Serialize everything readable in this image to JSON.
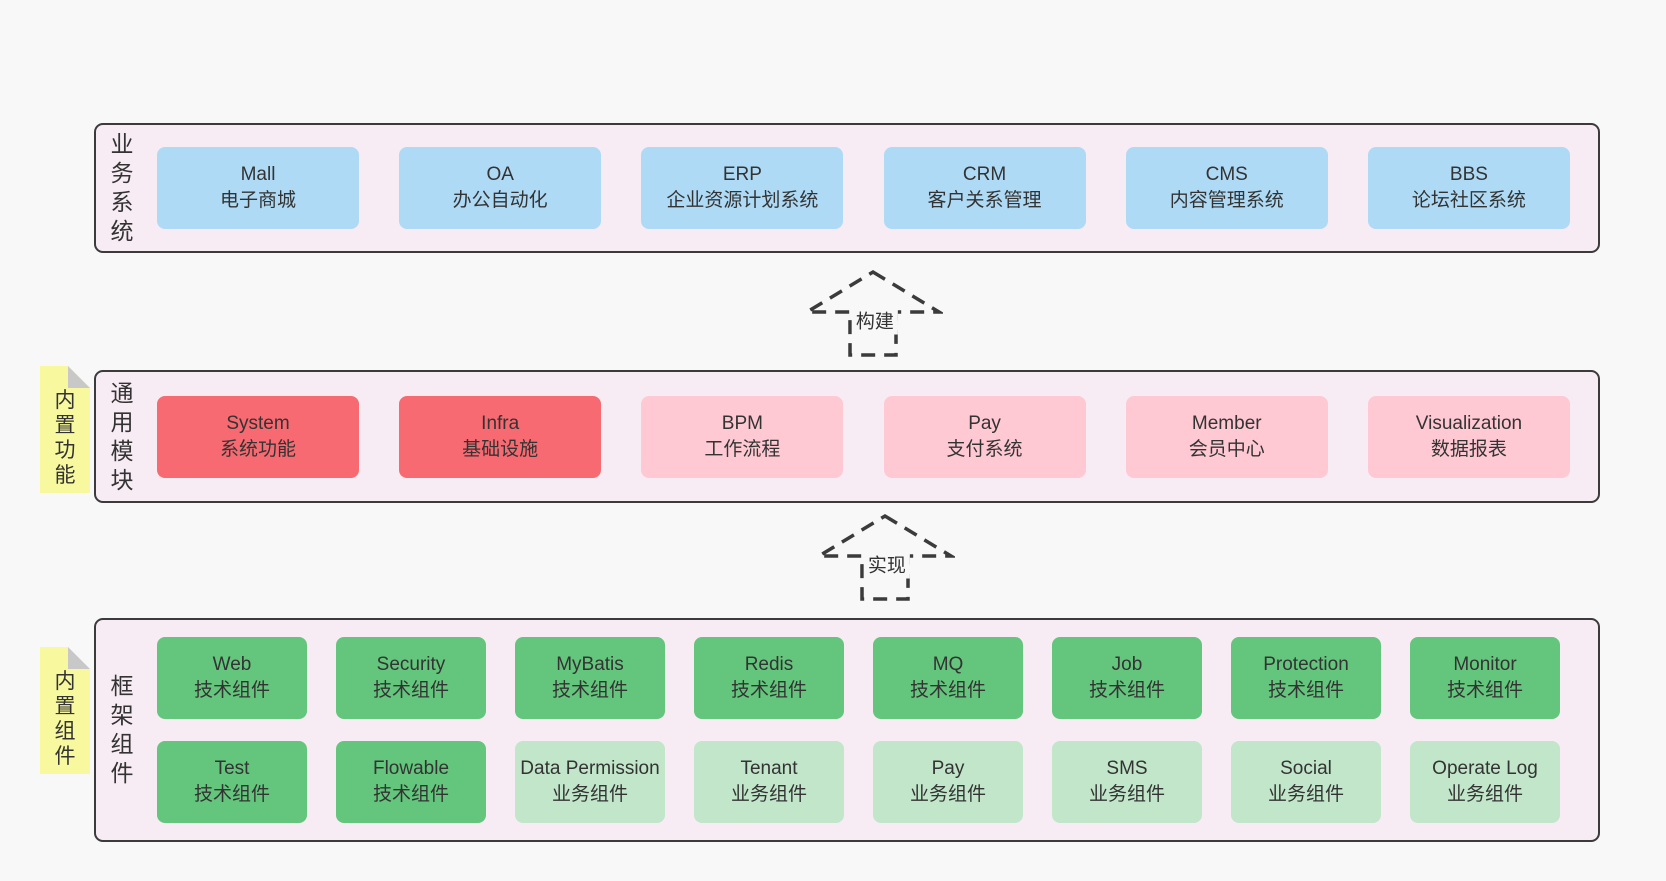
{
  "colors": {
    "pagebg": "#f8f8f8",
    "panelbg": "#f8ecf4",
    "line": "#3b3b3b",
    "text": "#333333",
    "blue": "#aedaf5",
    "red": "#f76a71",
    "pink": "#ffc9d4",
    "green": "#64c67c",
    "lightgreen": "#c1e6c9",
    "yellow": "#f8f89e",
    "fold": "#c8c8c8"
  },
  "sections": {
    "business": {
      "label": "业务系统",
      "boxes": [
        {
          "name": "Mall",
          "desc": "电子商城",
          "variant": "blue"
        },
        {
          "name": "OA",
          "desc": "办公自动化",
          "variant": "blue"
        },
        {
          "name": "ERP",
          "desc": "企业资源计划系统",
          "variant": "blue"
        },
        {
          "name": "CRM",
          "desc": "客户关系管理",
          "variant": "blue"
        },
        {
          "name": "CMS",
          "desc": "内容管理系统",
          "variant": "blue"
        },
        {
          "name": "BBS",
          "desc": "论坛社区系统",
          "variant": "blue"
        }
      ]
    },
    "modules": {
      "tab": "内置功能",
      "label": "通用模块",
      "boxes": [
        {
          "name": "System",
          "desc": "系统功能",
          "variant": "red"
        },
        {
          "name": "Infra",
          "desc": "基础设施",
          "variant": "red"
        },
        {
          "name": "BPM",
          "desc": "工作流程",
          "variant": "pink"
        },
        {
          "name": "Pay",
          "desc": "支付系统",
          "variant": "pink"
        },
        {
          "name": "Member",
          "desc": "会员中心",
          "variant": "pink"
        },
        {
          "name": "Visualization",
          "desc": "数据报表",
          "variant": "pink"
        }
      ]
    },
    "framework": {
      "tab": "内置组件",
      "label": "框架组件",
      "rows": [
        [
          {
            "name": "Web",
            "desc": "技术组件",
            "variant": "green"
          },
          {
            "name": "Security",
            "desc": "技术组件",
            "variant": "green"
          },
          {
            "name": "MyBatis",
            "desc": "技术组件",
            "variant": "green"
          },
          {
            "name": "Redis",
            "desc": "技术组件",
            "variant": "green"
          },
          {
            "name": "MQ",
            "desc": "技术组件",
            "variant": "green"
          },
          {
            "name": "Job",
            "desc": "技术组件",
            "variant": "green"
          },
          {
            "name": "Protection",
            "desc": "技术组件",
            "variant": "green"
          },
          {
            "name": "Monitor",
            "desc": "技术组件",
            "variant": "green"
          }
        ],
        [
          {
            "name": "Test",
            "desc": "技术组件",
            "variant": "green"
          },
          {
            "name": "Flowable",
            "desc": "技术组件",
            "variant": "green"
          },
          {
            "name": "Data Permission",
            "desc": "业务组件",
            "variant": "lightgreen"
          },
          {
            "name": "Tenant",
            "desc": "业务组件",
            "variant": "lightgreen"
          },
          {
            "name": "Pay",
            "desc": "业务组件",
            "variant": "lightgreen"
          },
          {
            "name": "SMS",
            "desc": "业务组件",
            "variant": "lightgreen"
          },
          {
            "name": "Social",
            "desc": "业务组件",
            "variant": "lightgreen"
          },
          {
            "name": "Operate Log",
            "desc": "业务组件",
            "variant": "lightgreen"
          }
        ]
      ]
    }
  },
  "arrows": {
    "build": {
      "label": "构建"
    },
    "implement": {
      "label": "实现"
    }
  }
}
